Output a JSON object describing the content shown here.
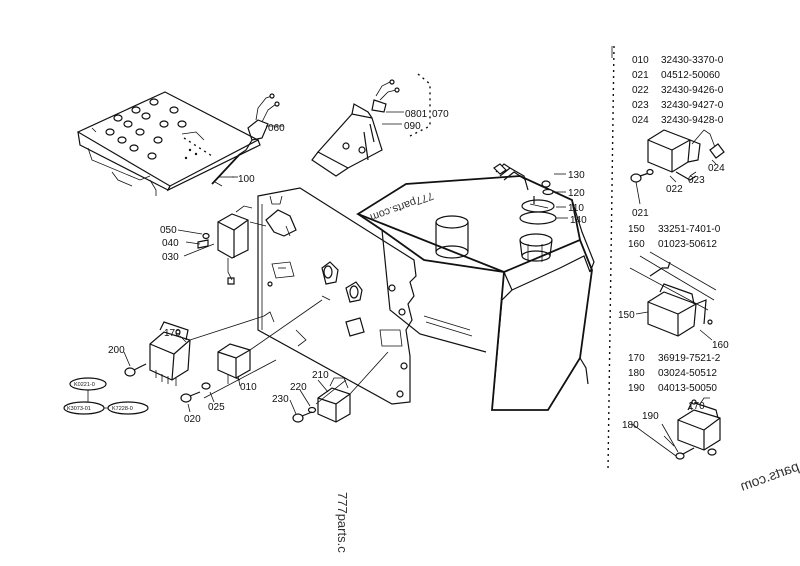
{
  "callouts": {
    "c060": "060",
    "c0801": "0801",
    "c070": "070",
    "c090": "090",
    "c100": "100",
    "c050": "050",
    "c040": "040",
    "c030": "030",
    "c130": "130",
    "c120": "120",
    "c110": "110",
    "c140": "140",
    "c170": "170",
    "c200": "200",
    "c010": "010",
    "c025": "025",
    "c020": "020",
    "c220": "220",
    "c210": "210",
    "c230": "230",
    "c021": "021",
    "c022": "022",
    "c023": "023",
    "c024": "024",
    "c150": "150",
    "c160": "160",
    "c170b": "170",
    "c190": "190",
    "c180": "180"
  },
  "refs": {
    "r1": "K0221-0",
    "r2": "K3073-01",
    "r3": "K7228-0"
  },
  "parts_list": {
    "group1": [
      {
        "no": "010",
        "part": "32430-3370-0"
      },
      {
        "no": "021",
        "part": "04512-50060"
      },
      {
        "no": "022",
        "part": "32430-9426-0"
      },
      {
        "no": "023",
        "part": "32430-9427-0"
      },
      {
        "no": "024",
        "part": "32430-9428-0"
      }
    ],
    "group2": [
      {
        "no": "150",
        "part": "33251-7401-0"
      },
      {
        "no": "160",
        "part": "01023-50612"
      }
    ],
    "group3": [
      {
        "no": "170",
        "part": "36919-7521-2"
      },
      {
        "no": "180",
        "part": "03024-50512"
      },
      {
        "no": "190",
        "part": "04013-50050"
      }
    ]
  },
  "watermarks": {
    "w1": "777parts.com",
    "w2": "777parts.c",
    "w3": "parts.com"
  }
}
